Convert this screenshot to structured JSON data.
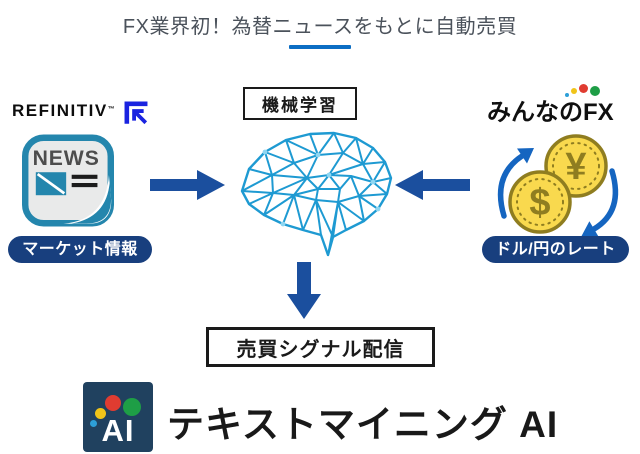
{
  "header": {
    "title": "FX業界初！為替ニュースをもとに自動売買"
  },
  "left_source": {
    "brand": "REFINITIV",
    "trademark": "™",
    "news_icon_label": "NEWS",
    "caption": "マーケット情報"
  },
  "center": {
    "process_label": "機械学習",
    "output_label": "売買シグナル配信"
  },
  "right_source": {
    "brand": "みんなのFX",
    "yen_symbol": "¥",
    "dollar_symbol": "$",
    "caption": "ドル/円のレート"
  },
  "footer": {
    "ai_logo_text": "AI",
    "product_name": "テキストマイニング AI"
  },
  "colors": {
    "title_underline": "#0c6ec4",
    "flow_arrow": "#1b4f9e",
    "caption_pill": "#183f7e",
    "brain_mesh": "#1e9ad2",
    "coin_fill": "#f9d94e",
    "coin_stroke": "#8f7d20",
    "exchange_arrow": "#1565c0",
    "refinitiv_mark": "#1a23e0",
    "news_icon_accent": "#2486ad",
    "ai_logo_bg": "#20415f"
  }
}
